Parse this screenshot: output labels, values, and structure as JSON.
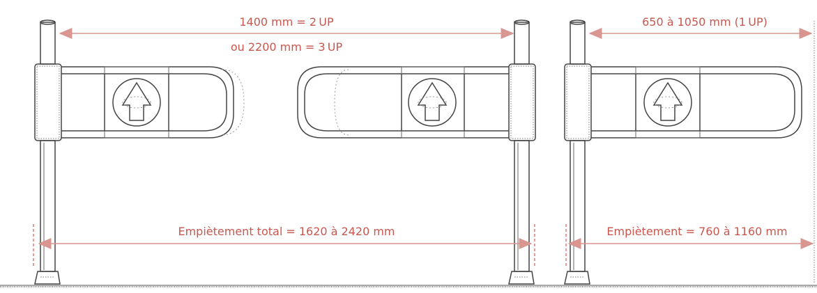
{
  "dimensions": {
    "left_top_label": "1400 mm = 2 UP",
    "left_second_label": "ou 2200 mm = 3 UP",
    "right_top_label": "650 à 1050 mm (1 UP)",
    "left_bottom_label": "Empiètement total = 1620 à 2420 mm",
    "right_bottom_label": "Empiètement = 760 à 1160 mm"
  },
  "colors": {
    "dimension_text": "#c8574e",
    "dimension_line": "#d9958f",
    "outline": "#444444"
  },
  "icons": [
    "up-arrow-icon",
    "up-arrow-icon",
    "up-arrow-icon"
  ]
}
